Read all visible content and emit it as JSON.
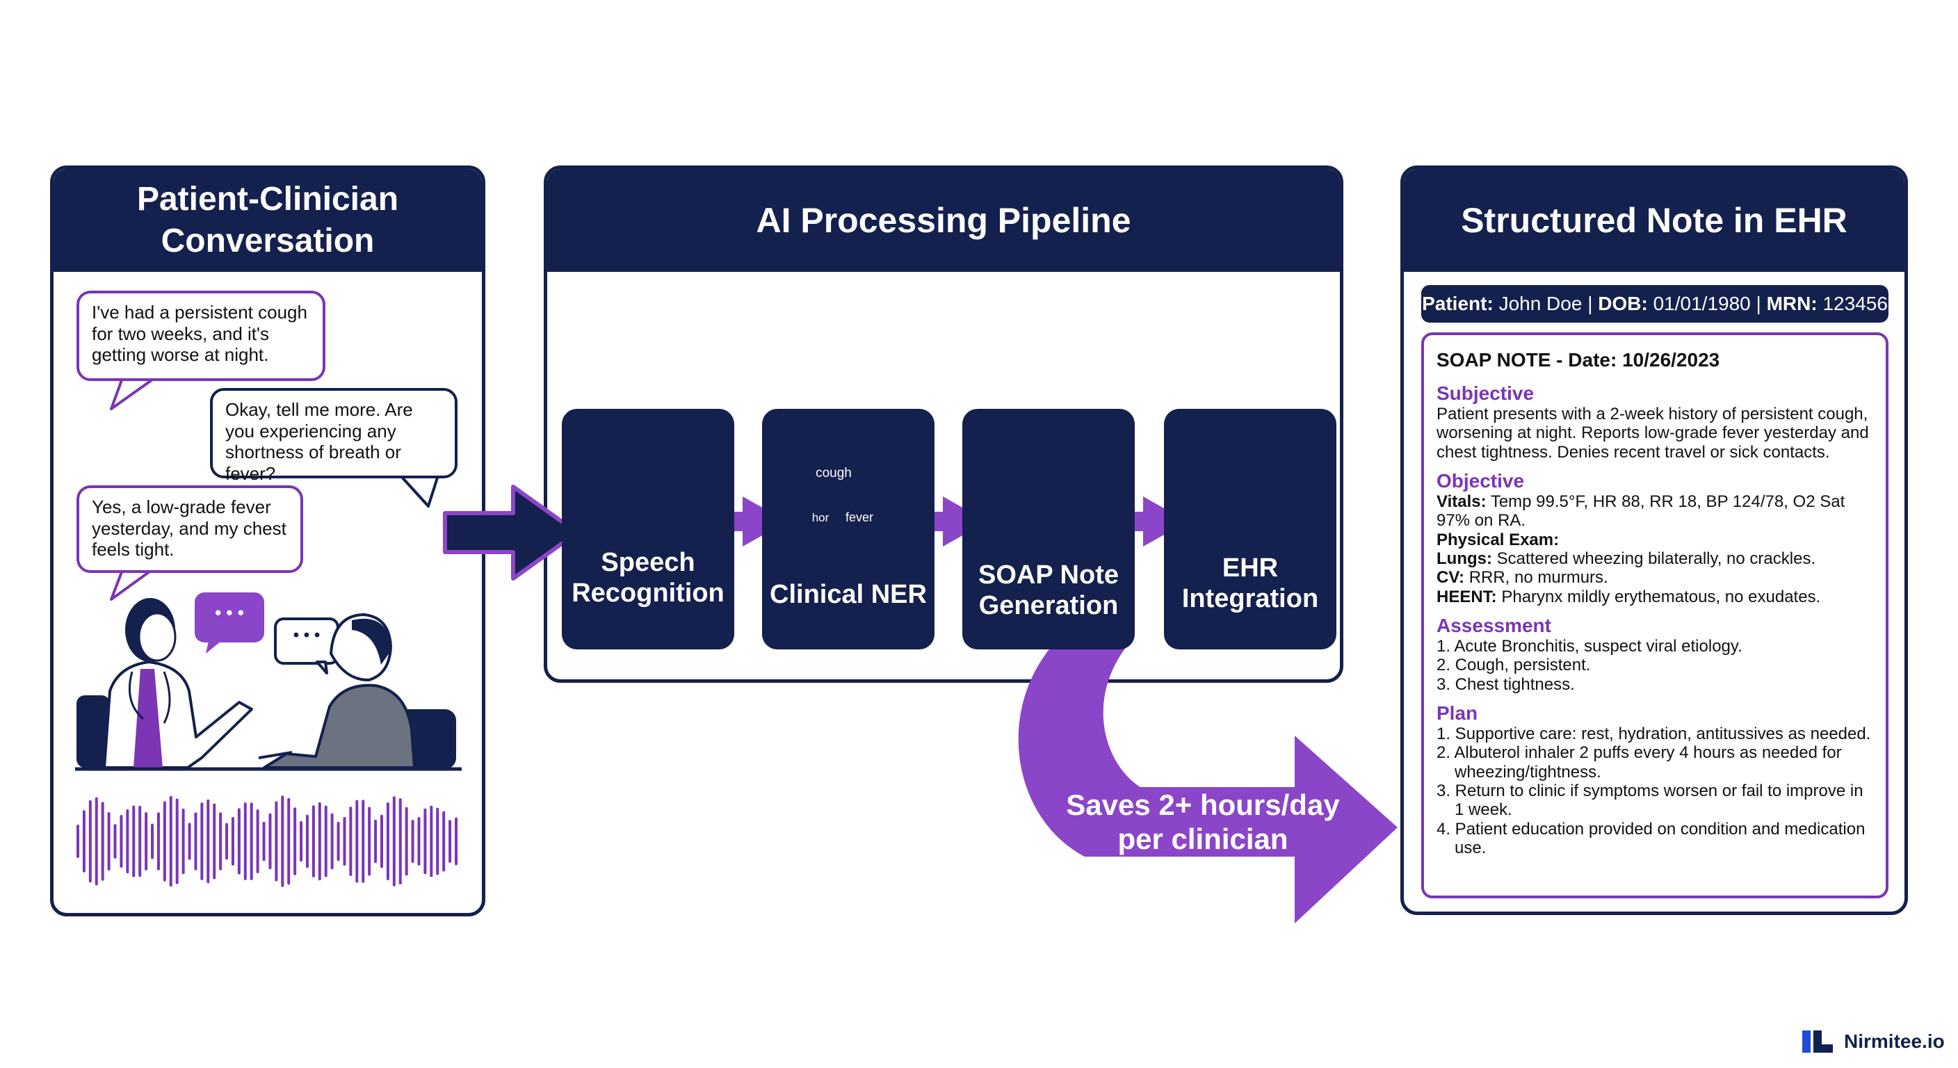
{
  "panels": {
    "conversation": {
      "title": "Patient-Clinician Conversation",
      "messages": [
        {
          "speaker": "patient",
          "text": "I've had a persistent cough for two weeks, and it's getting worse at night."
        },
        {
          "speaker": "clinician",
          "text": "Okay, tell me more. Are you experiencing any shortness of breath or fever?"
        },
        {
          "speaker": "patient",
          "text": "Yes, a low-grade fever yesterday, and my chest feels tight."
        }
      ],
      "bubble_dots": "• • •"
    },
    "pipeline": {
      "title": "AI Processing Pipeline",
      "stages": [
        {
          "label_1": "Speech",
          "label_2": "Recognition",
          "icon": "microphone-icon"
        },
        {
          "label_1": "Clinical NER",
          "icon": "document-search-icon",
          "tag_1": "cough",
          "tag_2": "hor",
          "tag_3": "fever"
        },
        {
          "label_1": "SOAP Note",
          "label_2": "Generation",
          "icon": "note-document-icon"
        },
        {
          "label_1": "EHR",
          "label_2": "Integration",
          "icon": "database-gear-icon"
        }
      ],
      "savings_line_1": "Saves 2+ hours/day",
      "savings_line_2": "per clinician"
    },
    "ehr": {
      "title": "Structured Note in EHR",
      "patient_label": "Patient:",
      "patient_value": "John Doe",
      "dob_label": "DOB:",
      "dob_value": "01/01/1980",
      "mrn_label": "MRN:",
      "mrn_value": "123456",
      "separator": "|",
      "note_title": "SOAP NOTE - Date: 10/26/2023",
      "subjective": {
        "heading": "Subjective",
        "text": "Patient presents with a 2-week history of persistent cough, worsening at night. Reports low-grade fever yesterday and chest tightness. Denies recent travel or sick contacts."
      },
      "objective": {
        "heading": "Objective",
        "vitals_label": "Vitals:",
        "vitals_text": "Temp 99.5°F, HR 88, RR 18, BP 124/78, O2 Sat 97% on RA.",
        "exam_label": "Physical Exam:",
        "lungs_label": "Lungs:",
        "lungs_text": "Scattered wheezing bilaterally, no crackles.",
        "cv_label": "CV:",
        "cv_text": "RRR, no murmurs.",
        "heent_label": "HEENT:",
        "heent_text": "Pharynx mildly erythematous, no exudates."
      },
      "assessment": {
        "heading": "Assessment",
        "items": [
          "1. Acute Bronchitis, suspect viral etiology.",
          "2. Cough, persistent.",
          "3. Chest tightness."
        ]
      },
      "plan": {
        "heading": "Plan",
        "items": [
          "1. Supportive care: rest, hydration, antitussives as needed.",
          "2. Albuterol inhaler 2 puffs every 4 hours as needed for wheezing/tightness.",
          "3. Return to clinic if symptoms worsen or fail to improve in 1 week.",
          "4. Patient education provided on condition and medication use."
        ]
      }
    }
  },
  "brand": {
    "name": "Nirmitee.io",
    "icon": "nirmitee-logo-icon"
  },
  "colors": {
    "navy": "#14204d",
    "purple": "#7b35b5",
    "light_purple": "#8b45c8"
  }
}
